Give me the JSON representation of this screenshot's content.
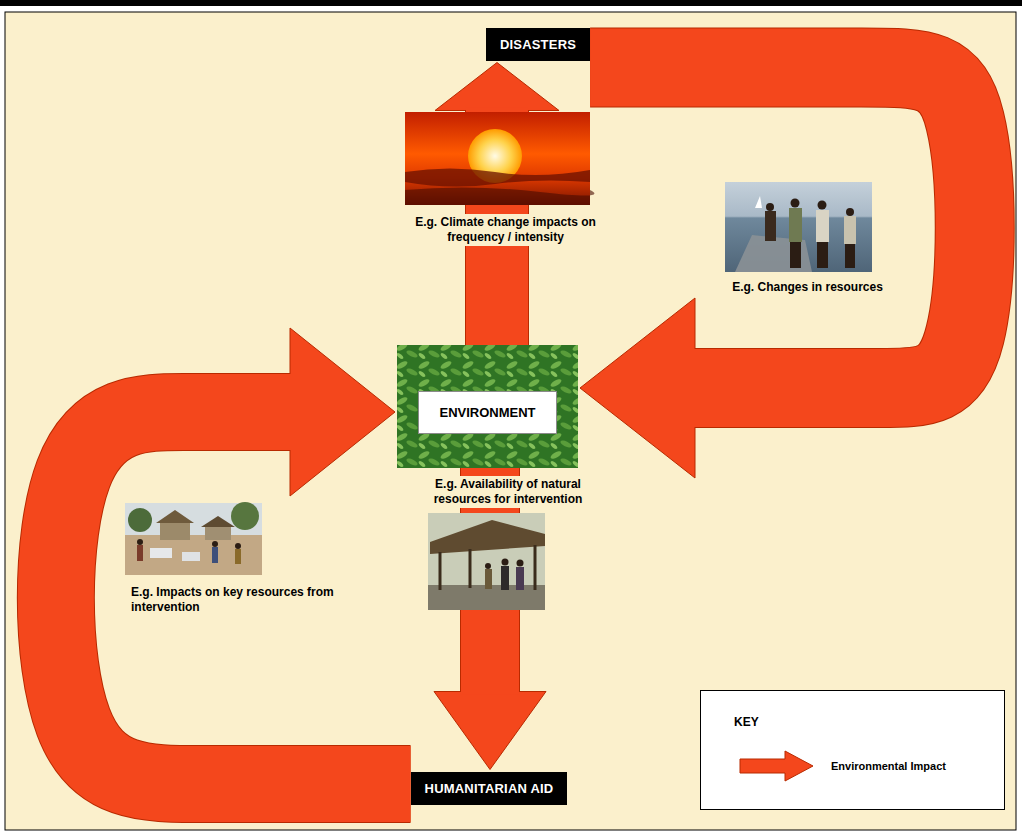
{
  "diagram": {
    "nodes": [
      {
        "text": [
          "DISASTERS"
        ]
      },
      {
        "text": [
          "ENVIRONMENT"
        ]
      },
      {
        "text": [
          "HUMANITARIAN AID"
        ]
      }
    ],
    "edges": [
      {
        "from": 1,
        "to": 0,
        "arrow": "to",
        "label": "E.g. Climate change impacts on frequency / intensity"
      },
      {
        "from": 0,
        "to": 1,
        "arrow": "to",
        "label": "E.g. Changes in resources"
      },
      {
        "from": 1,
        "to": 2,
        "arrow": "to",
        "label": "E.g. Availability of natural resources for intervention"
      },
      {
        "from": 2,
        "to": 1,
        "arrow": "to",
        "label": "E.g. Impacts on key resources from intervention"
      }
    ],
    "labels": [
      "KEY"
    ],
    "legend": [
      {
        "text": "Environmental Impact"
      }
    ]
  }
}
